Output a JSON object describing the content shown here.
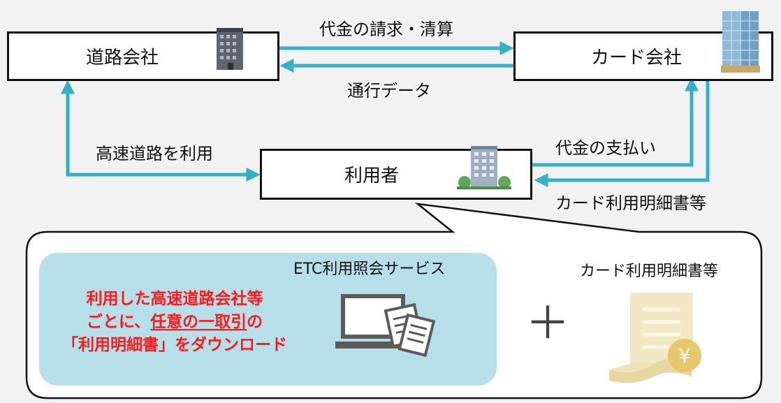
{
  "nodes": {
    "road_company": "道路会社",
    "card_company": "カード会社",
    "user": "利用者"
  },
  "flows": {
    "billing": "代金の請求・清算",
    "traffic_data": "通行データ",
    "highway_use": "高速道路を利用",
    "payment": "代金の支払い",
    "card_statement": "カード利用明細書等"
  },
  "detail": {
    "service_title": "ETC利用照会サービス",
    "red_text": {
      "line1": "利用した高速道路会社等",
      "line2_prefix": "ごとに、",
      "line2_underlined": "任意の一取引",
      "line2_suffix": "の",
      "line3": "「利用明細書」をダウンロード"
    },
    "plus": "＋",
    "card_statement_label": "カード利用明細書等"
  },
  "colors": {
    "arrow": "#34b0c7",
    "panel": "#b7dfe9",
    "highlight_text": "#ff1a1a",
    "document": "#efe2b8"
  }
}
